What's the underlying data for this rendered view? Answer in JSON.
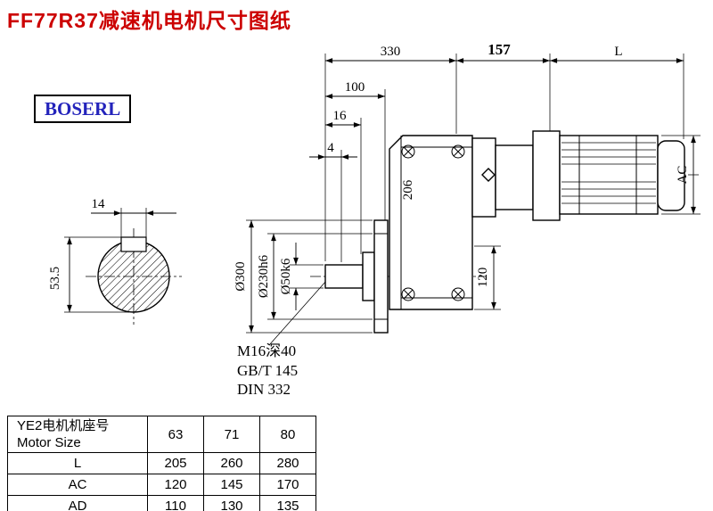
{
  "page": {
    "title": "FF77R37减速机电机尺寸图纸",
    "brand": "BOSERL"
  },
  "drawing": {
    "dim_330": "330",
    "dim_157": "157",
    "dim_L": "L",
    "dim_100": "100",
    "dim_16": "16",
    "dim_4": "4",
    "dim_14": "14",
    "dim_53_5": "53.5",
    "dia_300": "Ø300",
    "dia_230": "Ø230h6",
    "dia_50": "Ø50k6",
    "dim_206": "206",
    "dim_120": "120",
    "dim_AC": "AC",
    "note_thread": "M16深40",
    "note_gbt": "GB/T 145",
    "note_din": "DIN 332",
    "colors": {
      "line": "#000000",
      "title": "#cc0000",
      "brand": "#2323bb"
    }
  },
  "table": {
    "header_cn": "YE2电机机座号",
    "header_en": "Motor Size",
    "sizes": [
      "63",
      "71",
      "80"
    ],
    "rows": [
      {
        "label": "L",
        "values": [
          "205",
          "260",
          "280"
        ]
      },
      {
        "label": "AC",
        "values": [
          "120",
          "145",
          "170"
        ]
      },
      {
        "label": "AD",
        "values": [
          "110",
          "130",
          "135"
        ]
      }
    ]
  }
}
